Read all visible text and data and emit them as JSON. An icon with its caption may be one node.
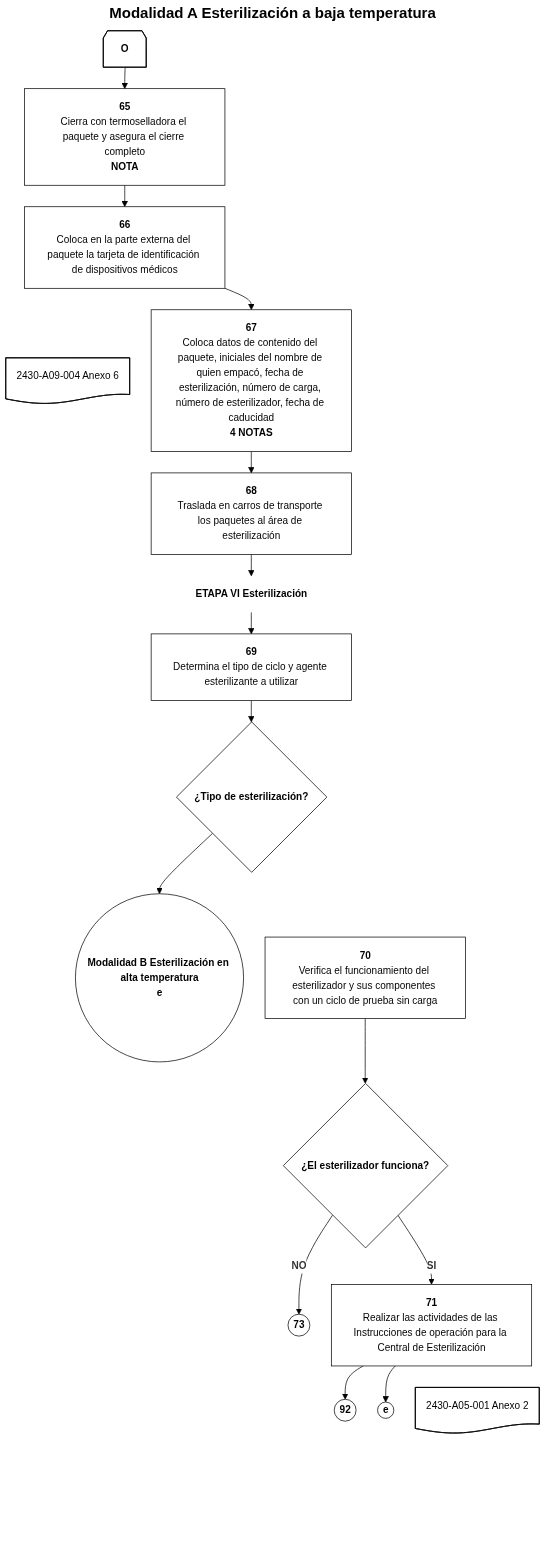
{
  "diagram": {
    "nodes": [
      {
        "text": [
          "O"
        ]
      },
      {
        "text": [
          "65",
          "Cierra con termoselladora el paquete y asegura el cierre completo",
          "NOTA"
        ]
      },
      {
        "text": [
          "66",
          "Coloca en la parte externa del paquete la tarjeta de identificación de dispositivos médicos"
        ]
      },
      {
        "text": [
          "2430-A09-004 Anexo 6"
        ]
      },
      {
        "text": [
          "67",
          "Coloca datos de contenido del paquete, iniciales del nombre de quien empacó, fecha de esterilización, número de carga, número de esterilizador, fecha de caducidad",
          "4 NOTAS"
        ]
      },
      {
        "text": [
          "68",
          "Traslada en carros de transporte los paquetes al área de esterilización"
        ]
      },
      {
        "text": [
          "ETAPA VI Esterilización"
        ]
      },
      {
        "text": [
          "69",
          "Determina el tipo de ciclo y agente esterilizante a utilizar"
        ]
      },
      {
        "text": [
          "¿Tipo de esterilización?"
        ]
      },
      {
        "text": [
          "Modalidad B Esterilización en alta temperatura",
          "e"
        ]
      },
      {
        "text": [
          "70",
          "Verifica el funcionamiento del esterilizador y sus componentes con un ciclo de prueba sin carga"
        ]
      },
      {
        "text": [
          "¿El esterilizador funciona?"
        ]
      },
      {
        "text": [
          "73"
        ]
      },
      {
        "text": [
          "71",
          "Realizar las actividades de las Instrucciones de operación para la Central de Esterilización"
        ]
      },
      {
        "text": [
          "92"
        ]
      },
      {
        "text": [
          "2430-A05-001 Anexo 2"
        ]
      },
      {
        "text": [
          "e"
        ]
      }
    ],
    "edges": [
      {
        "from": 0,
        "to": 1,
        "arrow": "to"
      },
      {
        "from": 1,
        "to": 2,
        "arrow": "to"
      },
      {
        "from": 2,
        "to": 4,
        "arrow": "to"
      },
      {
        "from": 4,
        "to": 5,
        "arrow": "to"
      },
      {
        "from": 5,
        "to": 6,
        "arrow": "to"
      },
      {
        "from": 6,
        "to": 7,
        "arrow": "to"
      },
      {
        "from": 7,
        "to": 8,
        "arrow": "to"
      },
      {
        "from": 8,
        "to": 9,
        "arrow": "to"
      },
      {
        "from": 10,
        "to": 11,
        "arrow": "to"
      },
      {
        "from": 11,
        "to": 12,
        "label": "NO",
        "arrow": "to"
      },
      {
        "from": 11,
        "to": 13,
        "label": "SI",
        "arrow": "to"
      },
      {
        "from": 13,
        "to": 14,
        "arrow": "to"
      },
      {
        "from": 13,
        "to": 16,
        "arrow": "to"
      }
    ],
    "labels": [
      "Modalidad A Esterilización a baja temperatura"
    ]
  }
}
